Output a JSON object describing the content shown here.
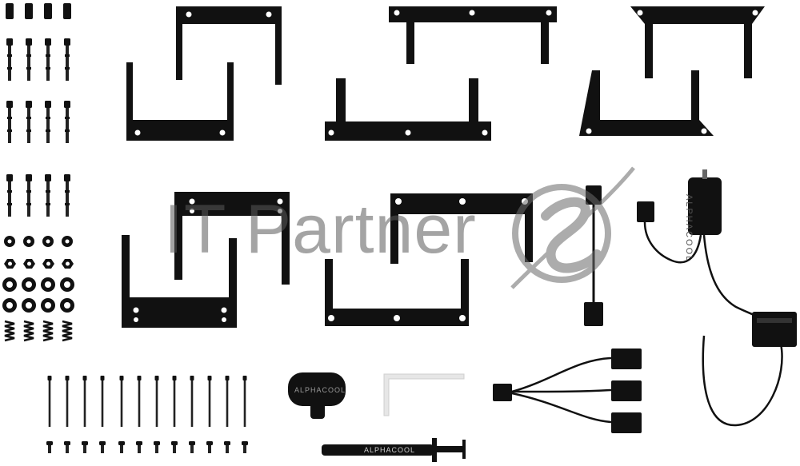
{
  "watermark": {
    "text": "IT Partner",
    "logo_icon": "swoosh-logo-icon",
    "color": "#5a5a5a"
  },
  "brand": {
    "hub_label": "ALPHACOOL",
    "pad_label": "ALPHACOOL",
    "paste_label": "ALPHACOOL"
  },
  "colors": {
    "hardware": "#111111",
    "background": "#ffffff",
    "wrench": "#e6e6e6"
  }
}
